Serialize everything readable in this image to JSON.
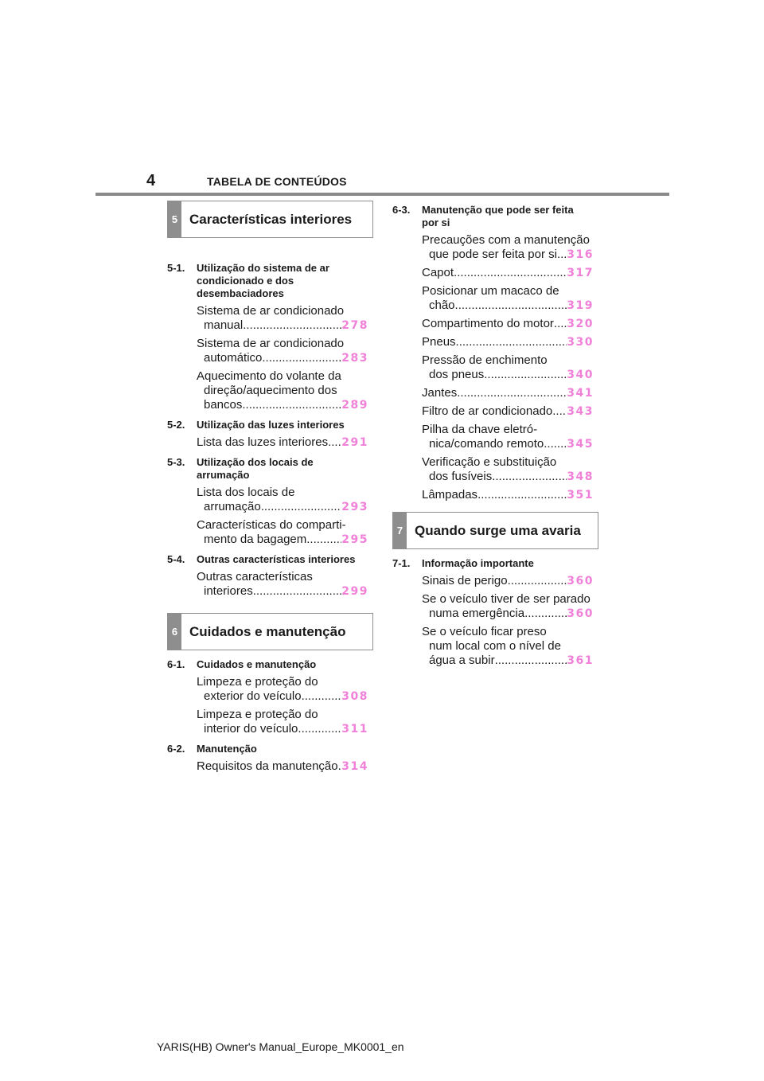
{
  "header": {
    "page_number": "4",
    "title": "TABELA DE CONTEÚDOS"
  },
  "left_column": {
    "chapters": [
      {
        "number": "5",
        "title": "Características interiores",
        "sections": [
          {
            "num": "5-1.",
            "title_lines": [
              "Utilização do sistema de ar",
              "condicionado e dos",
              "desembaciadores"
            ],
            "entries": [
              {
                "lines": [
                  "Sistema de ar condicionado",
                  "manual"
                ],
                "page": "278"
              },
              {
                "lines": [
                  "Sistema de ar condicionado",
                  "automático"
                ],
                "page": "283"
              },
              {
                "lines": [
                  "Aquecimento do volante da",
                  "direção/aquecimento dos",
                  "bancos"
                ],
                "page": "289"
              }
            ]
          },
          {
            "num": "5-2.",
            "title_lines": [
              "Utilização das luzes interiores"
            ],
            "entries": [
              {
                "lines": [
                  "Lista das luzes interiores"
                ],
                "page": "291"
              }
            ]
          },
          {
            "num": "5-3.",
            "title_lines": [
              "Utilização dos locais de",
              "arrumação"
            ],
            "entries": [
              {
                "lines": [
                  "Lista dos locais de",
                  "arrumação"
                ],
                "page": "293"
              },
              {
                "lines": [
                  "Características do comparti-",
                  "mento da bagagem"
                ],
                "page": "295"
              }
            ]
          },
          {
            "num": "5-4.",
            "title_lines": [
              "Outras características interiores"
            ],
            "entries": [
              {
                "lines": [
                  "Outras características",
                  "interiores"
                ],
                "page": "299"
              }
            ]
          }
        ]
      },
      {
        "number": "6",
        "title": "Cuidados e manutenção",
        "sections": [
          {
            "num": "6-1.",
            "title_lines": [
              "Cuidados e manutenção"
            ],
            "entries": [
              {
                "lines": [
                  "Limpeza e proteção do",
                  "exterior do veículo"
                ],
                "page": "308"
              },
              {
                "lines": [
                  "Limpeza e proteção do",
                  "interior do veículo"
                ],
                "page": "311"
              }
            ]
          },
          {
            "num": "6-2.",
            "title_lines": [
              "Manutenção"
            ],
            "entries": [
              {
                "lines": [
                  "Requisitos da manutenção"
                ],
                "page": "314"
              }
            ]
          }
        ]
      }
    ]
  },
  "right_column": {
    "blocks": [
      {
        "type": "section",
        "num": "6-3.",
        "title_lines": [
          "Manutenção que pode ser feita",
          "por si"
        ],
        "entries": [
          {
            "lines": [
              "Precauções com a manutenção",
              "que pode ser feita por si"
            ],
            "page": "316"
          },
          {
            "lines": [
              "Capot"
            ],
            "page": "317"
          },
          {
            "lines": [
              "Posicionar um macaco de",
              "chão"
            ],
            "page": "319"
          },
          {
            "lines": [
              "Compartimento do motor"
            ],
            "page": "320"
          },
          {
            "lines": [
              "Pneus"
            ],
            "page": "330"
          },
          {
            "lines": [
              "Pressão de enchimento",
              "dos pneus"
            ],
            "page": "340"
          },
          {
            "lines": [
              "Jantes"
            ],
            "page": "341"
          },
          {
            "lines": [
              "Filtro de ar condicionado"
            ],
            "page": "343"
          },
          {
            "lines": [
              "Pilha da chave eletró-",
              "nica/comando remoto"
            ],
            "page": "345"
          },
          {
            "lines": [
              "Verificação e substituição",
              "dos fusíveis"
            ],
            "page": "348"
          },
          {
            "lines": [
              "Lâmpadas"
            ],
            "page": "351"
          }
        ]
      },
      {
        "type": "chapter",
        "number": "7",
        "title": "Quando surge uma avaria",
        "sections": [
          {
            "num": "7-1.",
            "title_lines": [
              "Informação importante"
            ],
            "entries": [
              {
                "lines": [
                  "Sinais de perigo"
                ],
                "page": "360"
              },
              {
                "lines": [
                  "Se o veículo tiver de ser parado",
                  "numa emergência"
                ],
                "page": "360"
              },
              {
                "lines": [
                  "Se o veículo ficar preso",
                  "num local com o nível de",
                  "água a subir"
                ],
                "page": "361"
              }
            ]
          }
        ]
      }
    ]
  },
  "footer": {
    "text": "YARIS(HB) Owner's Manual_Europe_MK0001_en"
  },
  "colors": {
    "page_link": "#f080d8",
    "chapter_tab": "#8e8e8e",
    "rule": "#8a8a8a"
  }
}
